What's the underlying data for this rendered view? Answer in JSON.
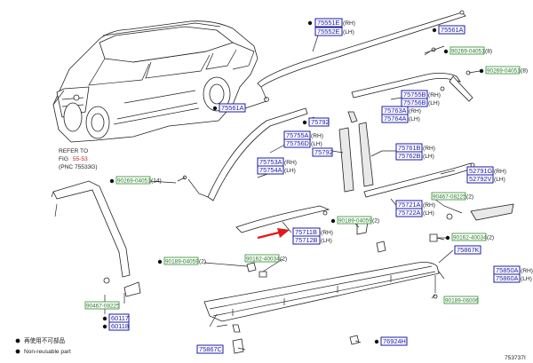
{
  "callouts": {
    "p75551": {
      "num": "75551E",
      "suffix": "(RH)"
    },
    "p75552": {
      "num": "75552E",
      "suffix": "(LH)"
    },
    "p75561a_top": {
      "num": "75561A"
    },
    "p75561a_left": {
      "num": "75561A"
    },
    "p75755": {
      "num": "75755B",
      "suffix": "(RH)"
    },
    "p75756": {
      "num": "75756B",
      "suffix": "(LH)"
    },
    "p75763": {
      "num": "75763A",
      "suffix": "(RH)"
    },
    "p75764": {
      "num": "75764A",
      "suffix": "(LH)"
    },
    "p75792_a": {
      "num": "75792"
    },
    "p75755a": {
      "num": "75755A",
      "suffix": "(RH)"
    },
    "p75756d": {
      "num": "75756D",
      "suffix": "(LH)"
    },
    "p75761": {
      "num": "75761B",
      "suffix": "(RH)"
    },
    "p75762": {
      "num": "75762B",
      "suffix": "(LH)"
    },
    "p75792_b": {
      "num": "75792"
    },
    "p75753": {
      "num": "75753A",
      "suffix": "(RH)"
    },
    "p75754": {
      "num": "75754A",
      "suffix": "(LH)"
    },
    "p52791": {
      "num": "52791G",
      "suffix": "(RH)"
    },
    "p52792": {
      "num": "52792V",
      "suffix": "(LH)"
    },
    "p75721": {
      "num": "75721A",
      "suffix": "(RH)"
    },
    "p75722": {
      "num": "75722A",
      "suffix": "(LH)"
    },
    "p75711": {
      "num": "75711B",
      "suffix": "(RH)"
    },
    "p75712": {
      "num": "75712B",
      "suffix": "(LH)"
    },
    "p75867k": {
      "num": "75867K"
    },
    "p75850": {
      "num": "75850A",
      "suffix": "(RH)"
    },
    "p75860": {
      "num": "75860A",
      "suffix": "(LH)"
    },
    "p75867c": {
      "num": "75867C"
    },
    "p76924": {
      "num": "76924H"
    },
    "p60117": {
      "num": "60117"
    },
    "p60118": {
      "num": "60118"
    }
  },
  "std_parts": {
    "s1": {
      "num": "90269-04051",
      "qty": "(8)"
    },
    "s2": {
      "num": "90269-04051",
      "qty": "(8)"
    },
    "s3": {
      "num": "90269-04051",
      "qty": "(14)"
    },
    "s4": {
      "num": "90467-08225",
      "qty": "(2)"
    },
    "s5": {
      "num": "90189-04059",
      "qty": "(2)"
    },
    "s6": {
      "num": "90162-40034",
      "qty": "(2)"
    },
    "s7": {
      "num": "90189-04059",
      "qty": "(2)"
    },
    "s8": {
      "num": "90162-40034",
      "qty": "(2)"
    },
    "s9": {
      "num": "90467-08225"
    },
    "s10": {
      "num": "90189-06006"
    }
  },
  "refer": {
    "line1": "REFER TO",
    "fig_prefix": "FIG",
    "fig_link": "55-53",
    "line3": "(PNC 75533G)"
  },
  "legend": {
    "cjk": "再使用不可部品",
    "en": "Non-reusable part"
  },
  "diagram_id": "753737I",
  "colors": {
    "callout": "#1a1aa6",
    "std": "#1f7a1f",
    "arrow": "#e01a1a",
    "link": "#cc2222"
  }
}
